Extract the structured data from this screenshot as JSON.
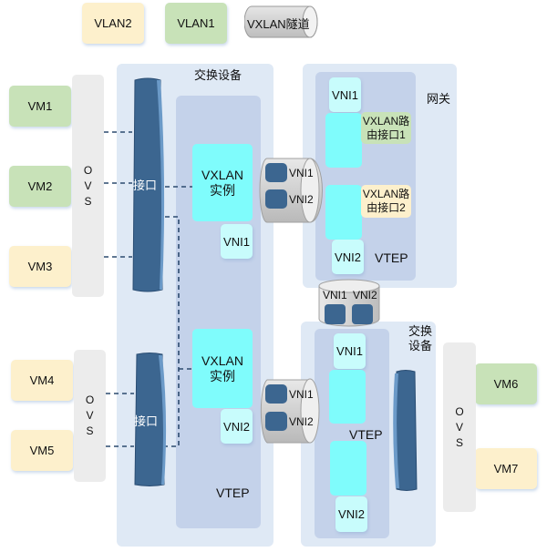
{
  "legend": {
    "vlan2": "VLAN2",
    "vlan1": "VLAN1",
    "tunnel": "VXLAN隧道"
  },
  "colors": {
    "vlan1": "#c8e2b8",
    "vlan2": "#fdf0cc",
    "panel": "#dfe9f5",
    "vtep": "#c4d2ea",
    "vxlan_instance": "#7ffcfc",
    "vni": "#c8fcfc",
    "interface": "#3c6690",
    "ovs": "#ececec"
  },
  "left_top": {
    "vms": [
      "VM1",
      "VM2",
      "VM3"
    ],
    "ovs": [
      "O",
      "V",
      "S"
    ]
  },
  "left_bottom": {
    "vms": [
      "VM4",
      "VM5"
    ],
    "ovs": [
      "O",
      "V",
      "S"
    ]
  },
  "switch_left": {
    "title": "交换设备",
    "interface_top": "接口",
    "interface_bottom": "接口",
    "vxlan_top": "VXLAN\n实例",
    "vxlan_top_line1": "VXLAN",
    "vxlan_top_line2": "实例",
    "vni_top": "VNI1",
    "vxlan_bottom_line1": "VXLAN",
    "vxlan_bottom_line2": "实例",
    "vni_bottom": "VNI2",
    "vtep": "VTEP"
  },
  "tunnel_top": {
    "vnis": [
      "VNI1",
      "VNI2"
    ]
  },
  "tunnel_bottom": {
    "vnis": [
      "VNI1",
      "VNI2"
    ]
  },
  "tunnel_vertical": {
    "vnis": [
      "VNI1",
      "VNI2"
    ]
  },
  "gateway": {
    "title": "网关",
    "vni1": "VNI1",
    "route_if1_line1": "VXLAN路",
    "route_if1_line2": "由接口1",
    "route_if2_line1": "VXLAN路",
    "route_if2_line2": "由接口2",
    "vni2": "VNI2",
    "vtep": "VTEP"
  },
  "switch_right": {
    "title_line1": "交换",
    "title_line2": "设备",
    "vni1": "VNI1",
    "vni2": "VNI2",
    "vtep": "VTEP"
  },
  "right": {
    "vms": [
      "VM6",
      "VM7"
    ],
    "ovs": [
      "O",
      "V",
      "S"
    ]
  }
}
